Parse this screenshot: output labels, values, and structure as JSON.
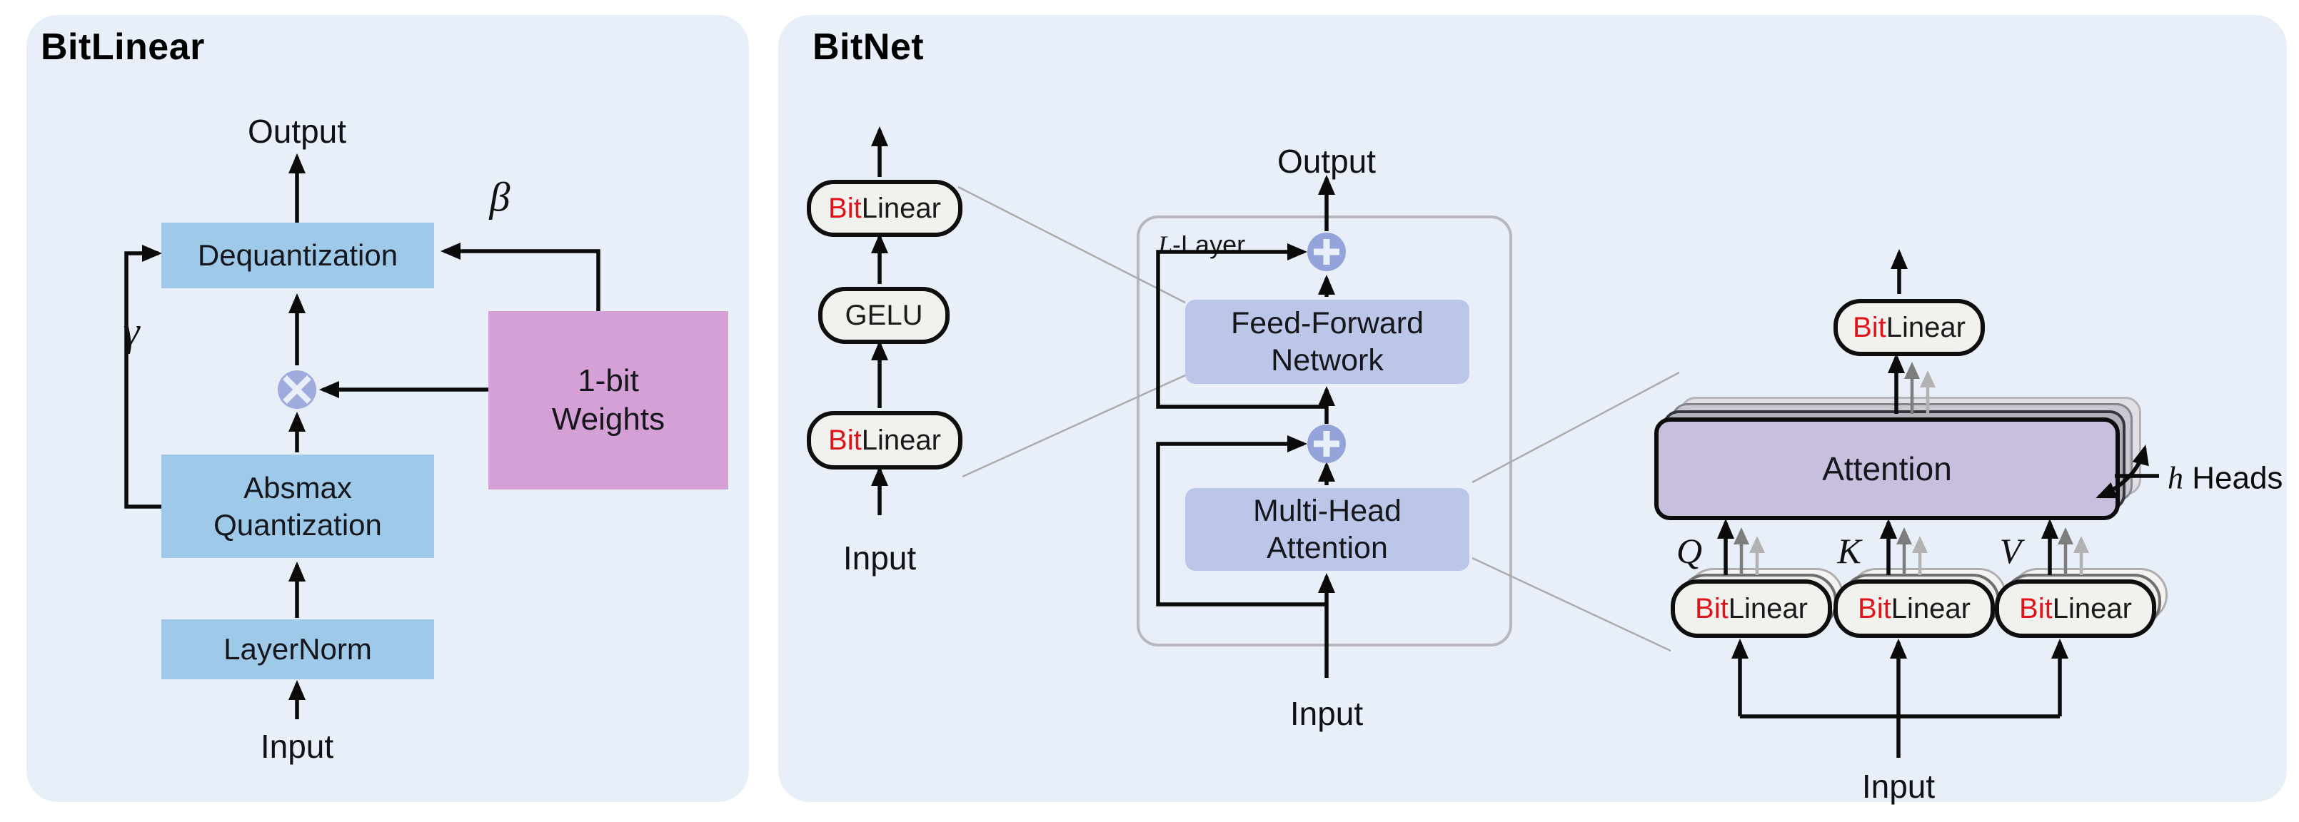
{
  "figure": {
    "kind": "architecture-diagram",
    "source_concept": "BitNet / BitLinear block diagram"
  },
  "colors": {
    "panel_bg": "#e9eff9",
    "blue_box": "#9fc9e8",
    "pink_box": "#d5a0d5",
    "periwinkle_box": "#bcc6e8",
    "purple_box": "#c8bfdf",
    "node_circle": "#94a3d9",
    "pill_bg": "#f1f1ee",
    "accent_red": "#e31219",
    "gray_arrow_dark": "#7d7d7d",
    "gray_arrow_light": "#b2b2b2"
  },
  "icons": {
    "multiply": "⊗",
    "add": "⊕"
  },
  "bitlinear_panel": {
    "title": "BitLinear",
    "output_label": "Output",
    "dequantization_label": "Dequantization",
    "beta_label": "β",
    "gamma_label": "γ",
    "weights_label_line1": "1-bit",
    "weights_label_line2": "Weights",
    "absmax_label_line1": "Absmax",
    "absmax_label_line2": "Quantization",
    "layernorm_label": "LayerNorm",
    "input_label": "Input"
  },
  "bitnet_panel": {
    "title": "BitNet",
    "bitlinear_bit": "Bit",
    "bitlinear_linear": "Linear",
    "gelu_label": "GELU",
    "stack_input_label": "Input",
    "layer_var": "L",
    "layer_suffix": "-Layer",
    "output_label": "Output",
    "ffn_label_line1": "Feed-Forward",
    "ffn_label_line2": "Network",
    "mha_label_line1": "Multi-Head",
    "mha_label_line2": "Attention",
    "block_input_label": "Input",
    "attention_label": "Attention",
    "heads_var": "h",
    "heads_label": "Heads",
    "q_label": "Q",
    "k_label": "K",
    "v_label": "V",
    "qkv_input_label": "Input"
  }
}
